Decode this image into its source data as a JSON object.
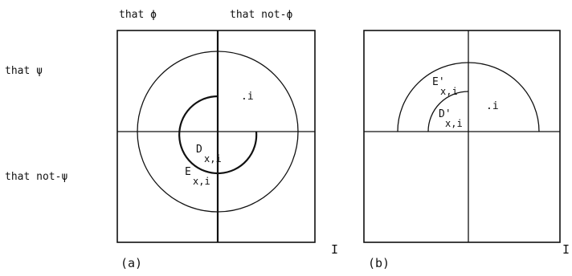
{
  "column_labels": {
    "phi": "that ϕ",
    "not_phi": "that not-ϕ"
  },
  "row_labels": {
    "psi": "that ψ",
    "not_psi": "that not-ψ"
  },
  "panel_a": {
    "caption": "(a)",
    "corner": "I",
    "point": ".i",
    "inner_region": {
      "letter": "D",
      "subscript": "x,i"
    },
    "outer_region": {
      "letter": "E",
      "subscript": "x,i"
    }
  },
  "panel_b": {
    "caption": "(b)",
    "corner": "I",
    "point": ".i",
    "inner_region": {
      "letter": "D'",
      "subscript": "x,i"
    },
    "outer_region": {
      "letter": "E'",
      "subscript": "x,i"
    }
  }
}
